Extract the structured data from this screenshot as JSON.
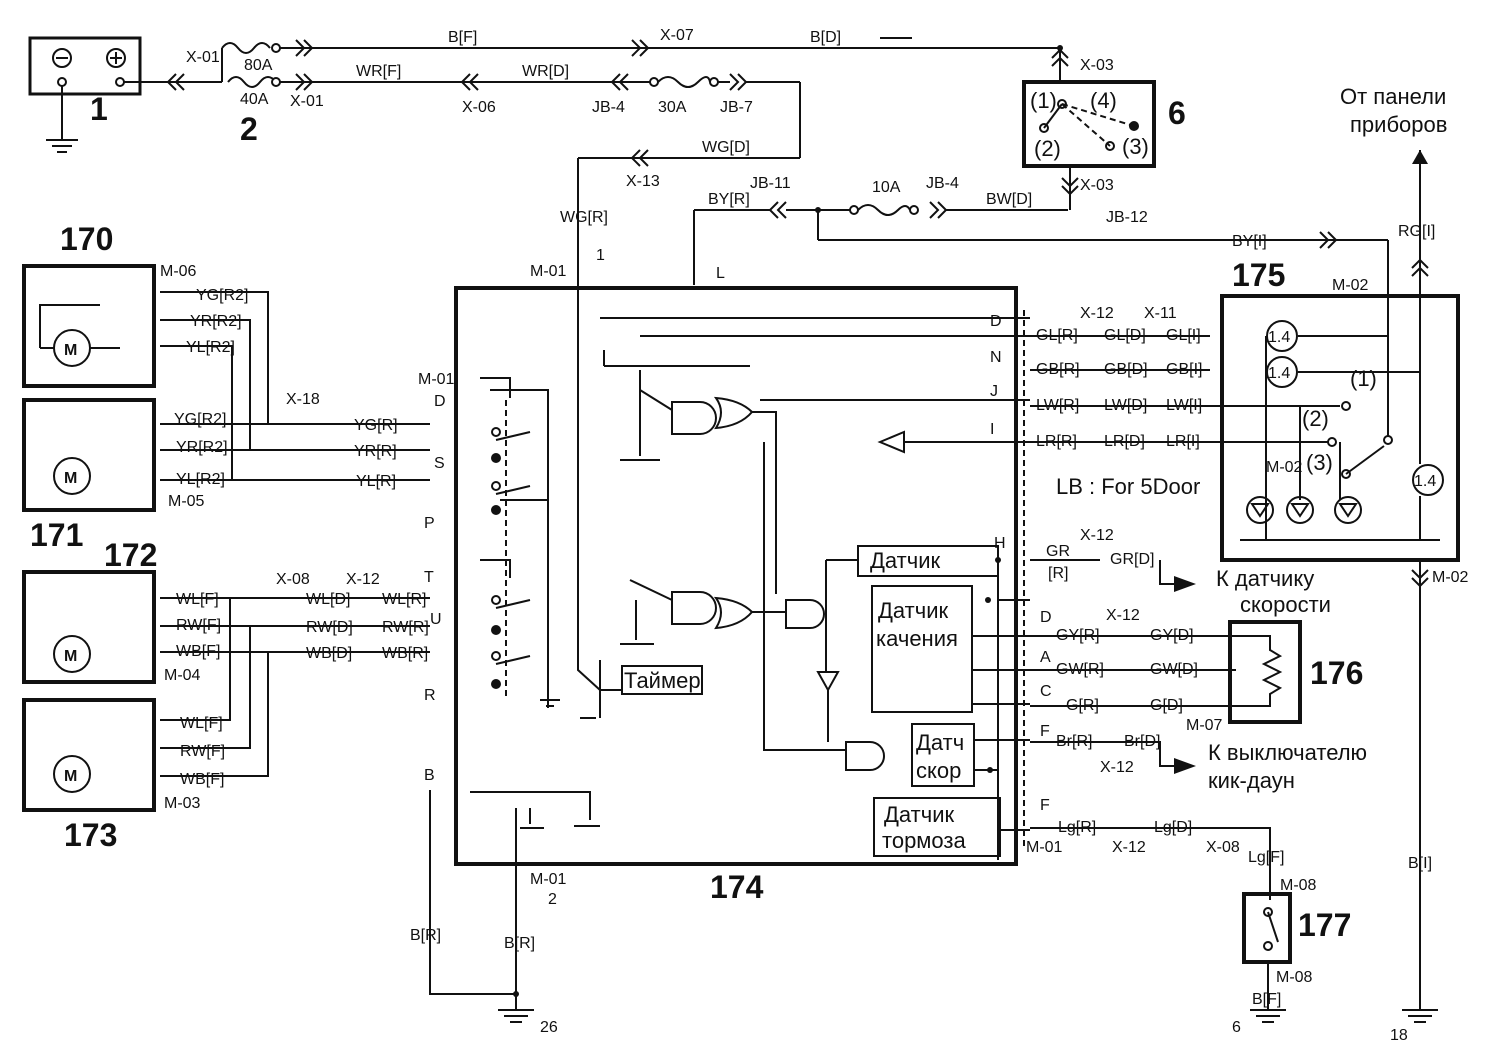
{
  "components": {
    "c1": "1",
    "c2": "2",
    "c6": "6",
    "c170": "170",
    "c171": "171",
    "c172": "172",
    "c173": "173",
    "c174": "174",
    "c175": "175",
    "c176": "176",
    "c177": "177"
  },
  "notes": {
    "from_panel_1": "От панели",
    "from_panel_2": "приборов",
    "to_speed_1": "К датчику",
    "to_speed_2": "скорости",
    "to_kickdown_1": "К выключателю",
    "to_kickdown_2": "кик-даун",
    "lb_note": "LB : For 5Door"
  },
  "blocks": {
    "sensor": "Датчик",
    "tilt_1": "Датчик",
    "tilt_2": "качения",
    "speed_1": "Датч",
    "speed_2": "скор",
    "brake_1": "Датчик",
    "brake_2": "тормоза",
    "timer": "Таймер",
    "lamp_value": "1.4"
  },
  "fuses": {
    "f80": "80A",
    "f40": "40A",
    "f30": "30A",
    "f10": "10A"
  },
  "connectors": {
    "x01": "X-01",
    "x03": "X-03",
    "x06": "X-06",
    "x07": "X-07",
    "x08": "X-08",
    "x11": "X-11",
    "x12": "X-12",
    "x13": "X-13",
    "x18": "X-18",
    "m01": "M-01",
    "m02": "M-02",
    "m03": "M-03",
    "m04": "M-04",
    "m05": "M-05",
    "m06": "M-06",
    "m07": "M-07",
    "m08": "M-08",
    "jb4a": "JB-4",
    "jb7h": "JB-7",
    "jb11b": "JB-11",
    "jb4": "JB-4",
    "jb12d": "JB-12"
  },
  "wires": {
    "bf": "B[F]",
    "bd": "B[D]",
    "wrf": "WR[F]",
    "wrd": "WR[D]",
    "wgd": "WG[D]",
    "wgr": "WG[R]",
    "byr": "BY[R]",
    "bwd": "BW[D]",
    "byi": "BY[I]",
    "rgi": "RG[I]",
    "bi": "B[I]",
    "ygr2": "YG[R2]",
    "yrr2": "YR[R2]",
    "ylr2": "YL[R2]",
    "ygr": "YG[R]",
    "yrr": "YR[R]",
    "ylr": "YL[R]",
    "wlf": "WL[F]",
    "rwf": "RW[F]",
    "wbf": "WB[F]",
    "wld": "WL[D]",
    "rwd": "RW[D]",
    "wbd": "WB[D]",
    "wlr": "WL[R]",
    "rwr": "RW[R]",
    "wbr": "WB[R]",
    "glr": "GL[R]",
    "gld": "GL[D]",
    "gli": "GL[I]",
    "gbr": "GB[R]",
    "gbd": "GB[D]",
    "gbi": "GB[I]",
    "lwr": "LW[R]",
    "lwd": "LW[D]",
    "lwi": "LW[I]",
    "lrr": "LR[R]",
    "lrd": "LR[D]",
    "lri": "LR[I]",
    "gr": "GR",
    "r": "[R]",
    "grd": "GR[D]",
    "gyr": "GY[R]",
    "gyd": "GY[D]",
    "gwr": "GW[R]",
    "gwd": "GW[D]",
    "gr2": "G[R]",
    "gd": "G[D]",
    "brr": "Br[R]",
    "brd": "Br[D]",
    "lgr": "Lg[R]",
    "lgd": "Lg[D]",
    "lgf": "Lg[F]",
    "bff": "B[F]",
    "br_left": "B[R]",
    "br_mid": "B[R]"
  },
  "pins": {
    "d": "D",
    "n": "N",
    "j": "J",
    "i": "I",
    "h": "H",
    "a": "A",
    "c": "C",
    "f": "F",
    "s": "S",
    "p": "P",
    "t": "T",
    "u": "U",
    "r": "R",
    "b": "B",
    "l": "L",
    "one": "1",
    "two": "2"
  },
  "switch_positions": {
    "p1": "(1)",
    "p2": "(2)",
    "p3": "(3)",
    "p4": "(4)"
  },
  "grounds": {
    "g26": "26",
    "g6": "6",
    "g18": "18"
  }
}
